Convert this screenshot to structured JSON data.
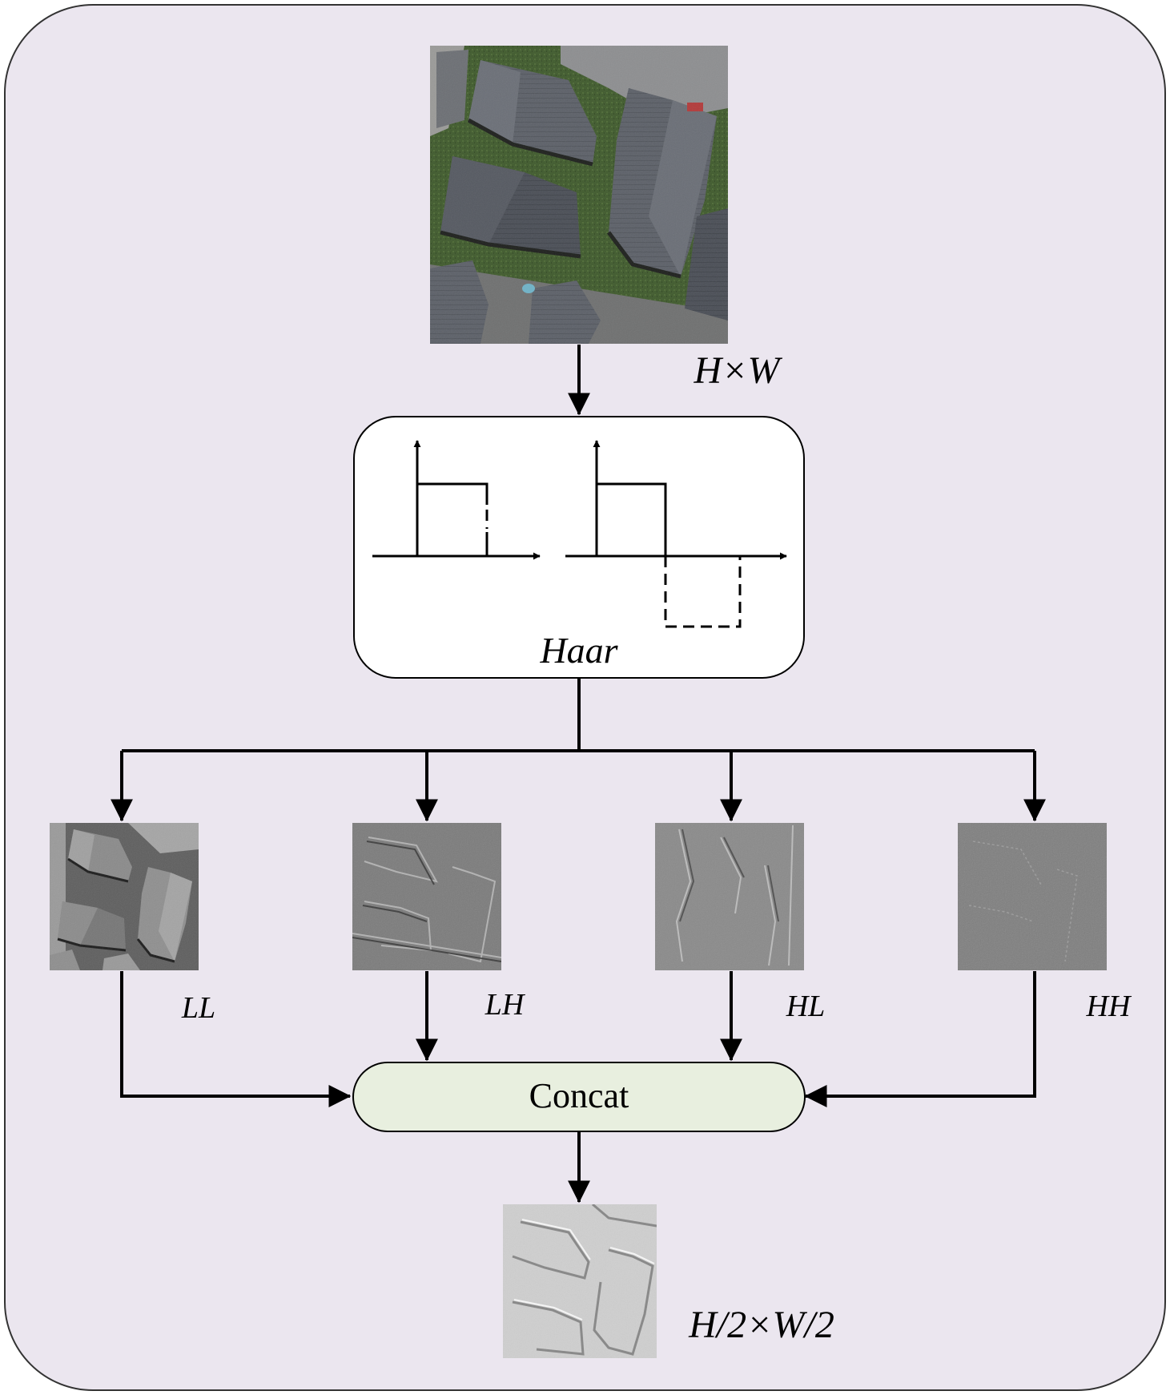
{
  "colors": {
    "panel_bg": "#ebe6ef",
    "panel_border": "#333333",
    "haar_box_bg": "#ffffff",
    "concat_box_bg": "#e8efdf",
    "line": "#000000"
  },
  "input": {
    "image": "aerial-rooftops-image",
    "size_label": "H×W"
  },
  "haar": {
    "label": "Haar",
    "icons": [
      "haar-scaling-function-icon",
      "haar-wavelet-function-icon"
    ]
  },
  "subbands": [
    {
      "name": "LL",
      "image": "ll-subband-image"
    },
    {
      "name": "LH",
      "image": "lh-subband-image"
    },
    {
      "name": "HL",
      "image": "hl-subband-image"
    },
    {
      "name": "HH",
      "image": "hh-subband-image"
    }
  ],
  "concat": {
    "label": "Concat"
  },
  "output": {
    "image": "concat-output-image",
    "size_label": "H/2×W/2"
  }
}
